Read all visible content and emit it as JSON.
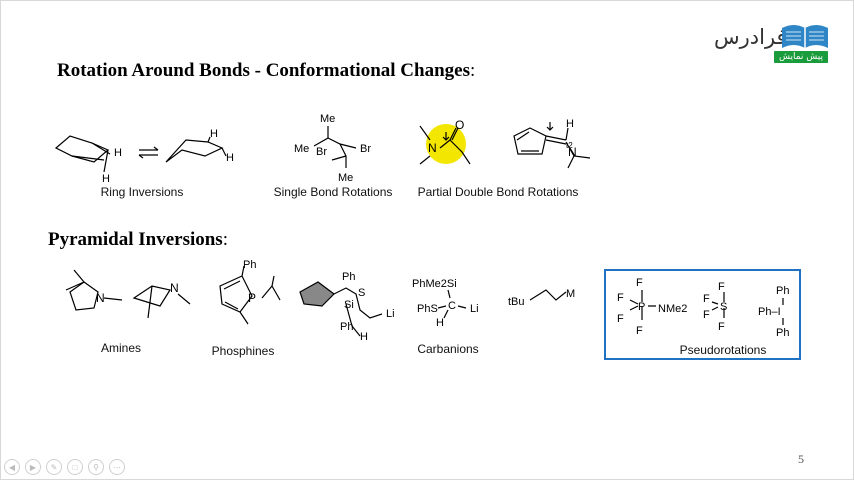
{
  "slide": {
    "heading1": "Rotation Around Bonds - Conformational Changes",
    "heading2": "Pyramidal Inversions",
    "colon": ":",
    "page_number": "5"
  },
  "logo": {
    "text": "فرادرس",
    "badge": "پیش نمایش"
  },
  "row1": {
    "captions": [
      "Ring Inversions",
      "Single Bond Rotations",
      "Partial Double Bond Rotations"
    ],
    "labels": {
      "h": "H",
      "me": "Me",
      "br": "Br",
      "n": "N",
      "o": "O",
      "t2": "t2"
    }
  },
  "row2": {
    "captions": [
      "Amines",
      "Phosphines",
      "Carbanions",
      "Pseudorotations"
    ],
    "labels": {
      "n": "N",
      "ph": "Ph",
      "p": "P",
      "s": "S",
      "si": "Si",
      "li": "Li",
      "h": "H",
      "phme2si": "PhMe2Si",
      "phs": "PhS",
      "c": "C",
      "tbu": "tBu",
      "m": "M",
      "f": "F",
      "nme2": "NMe2",
      "i": "I",
      "ph_i": "Ph–I"
    }
  },
  "toolbar": {
    "icons": [
      "prev-icon",
      "next-icon",
      "pen-icon",
      "copy-icon",
      "zoom-icon",
      "more-icon"
    ]
  }
}
